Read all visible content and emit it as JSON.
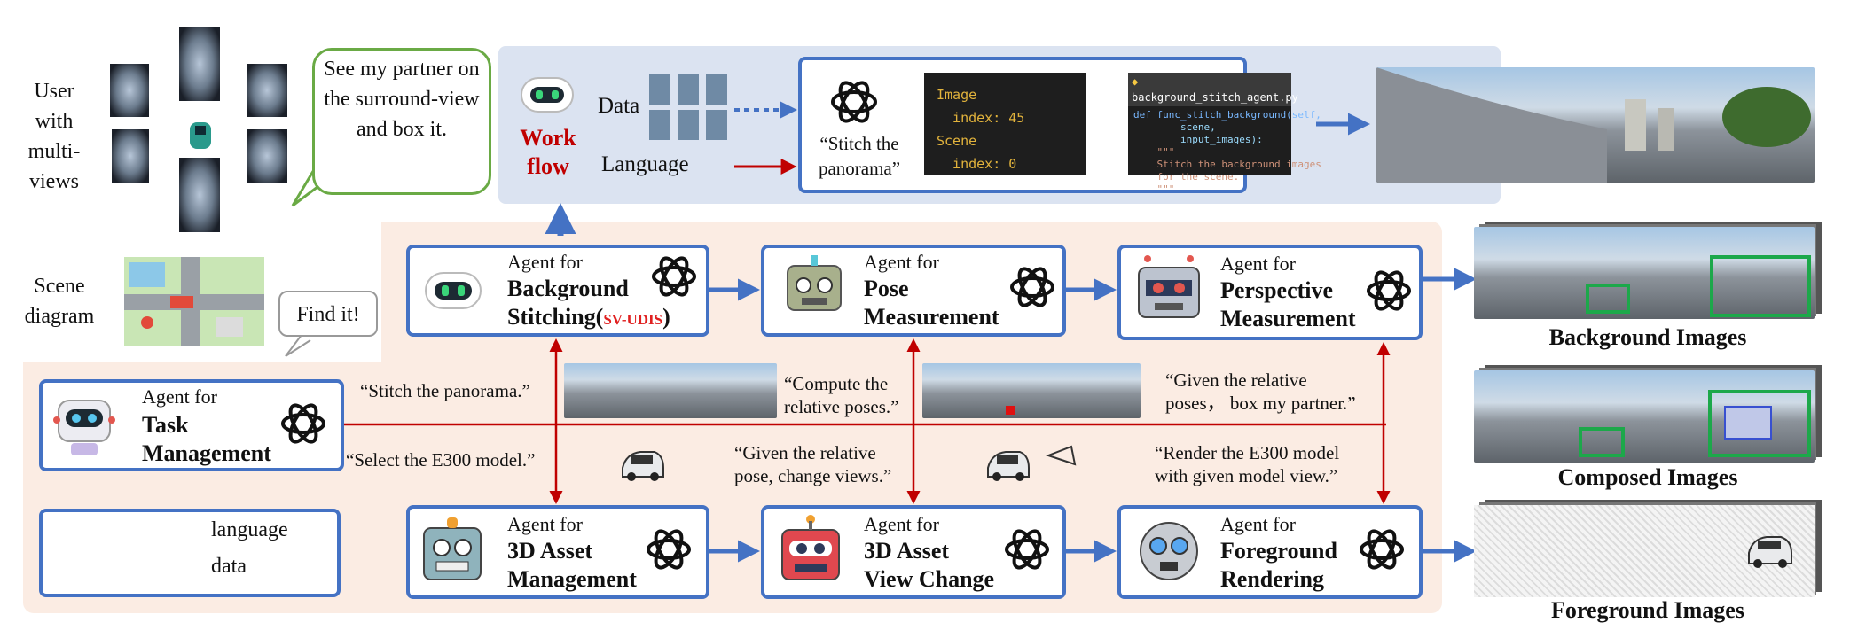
{
  "user": {
    "label": "User with multi-views"
  },
  "speech": {
    "text": "See my partner on the surround-view and box it."
  },
  "scene": {
    "label": "Scene diagram",
    "bubble": "Find it!"
  },
  "workflow": {
    "title": "Work flow",
    "data_label": "Data",
    "language_label": "Language",
    "quote": "“Stitch the panorama”",
    "code_lines": [
      "Image",
      "  index: 45",
      "Scene",
      "  index: 0"
    ],
    "file_name": "background_stitch_agent.py",
    "file_code": [
      "def func_stitch_background(self,",
      "        scene,",
      "        input_images):",
      "    \"\"\"",
      "    Stitch the background images",
      "    for the scene.",
      "    \"\"\""
    ]
  },
  "agents": {
    "background": {
      "prefix": "Agent for",
      "title": "Background Stitching(",
      "tag": "SV-UDIS",
      "close": ")"
    },
    "pose": {
      "prefix": "Agent for",
      "title1": "Pose",
      "title2": "Measurement"
    },
    "perspective": {
      "prefix": "Agent for",
      "title1": "Perspective",
      "title2": "Measurement"
    },
    "task": {
      "prefix": "Agent for",
      "title1": "Task",
      "title2": "Management"
    },
    "asset_mgmt": {
      "prefix": "Agent for",
      "title1": "3D Asset",
      "title2": "Management"
    },
    "view_change": {
      "prefix": "Agent for",
      "title1": "3D Asset",
      "title2": "View Change"
    },
    "rendering": {
      "prefix": "Agent for",
      "title1": "Foreground",
      "title2": "Rendering"
    }
  },
  "quotes": {
    "stitch": "“Stitch the panorama.”",
    "select": "“Select the E300 model.”",
    "compute1": "“Compute the",
    "compute2": "relative poses.”",
    "given_pose1": "“Given the relative",
    "given_pose2": "pose, change views.”",
    "given_poses1": "“Given the relative",
    "given_poses2": "poses， box my partner.”",
    "render1": "“Render the E300 model",
    "render2": "with given model view.”"
  },
  "legend": {
    "language": "language",
    "data": "data"
  },
  "outputs": {
    "background": "Background Images",
    "composed": "Composed Images",
    "foreground": "Foreground Images"
  },
  "colors": {
    "data_arrow": "#4472c4",
    "language_arrow": "#c00000",
    "box_border": "#4472c4",
    "highlight": "#1ca84a",
    "tag": "#e02020"
  }
}
